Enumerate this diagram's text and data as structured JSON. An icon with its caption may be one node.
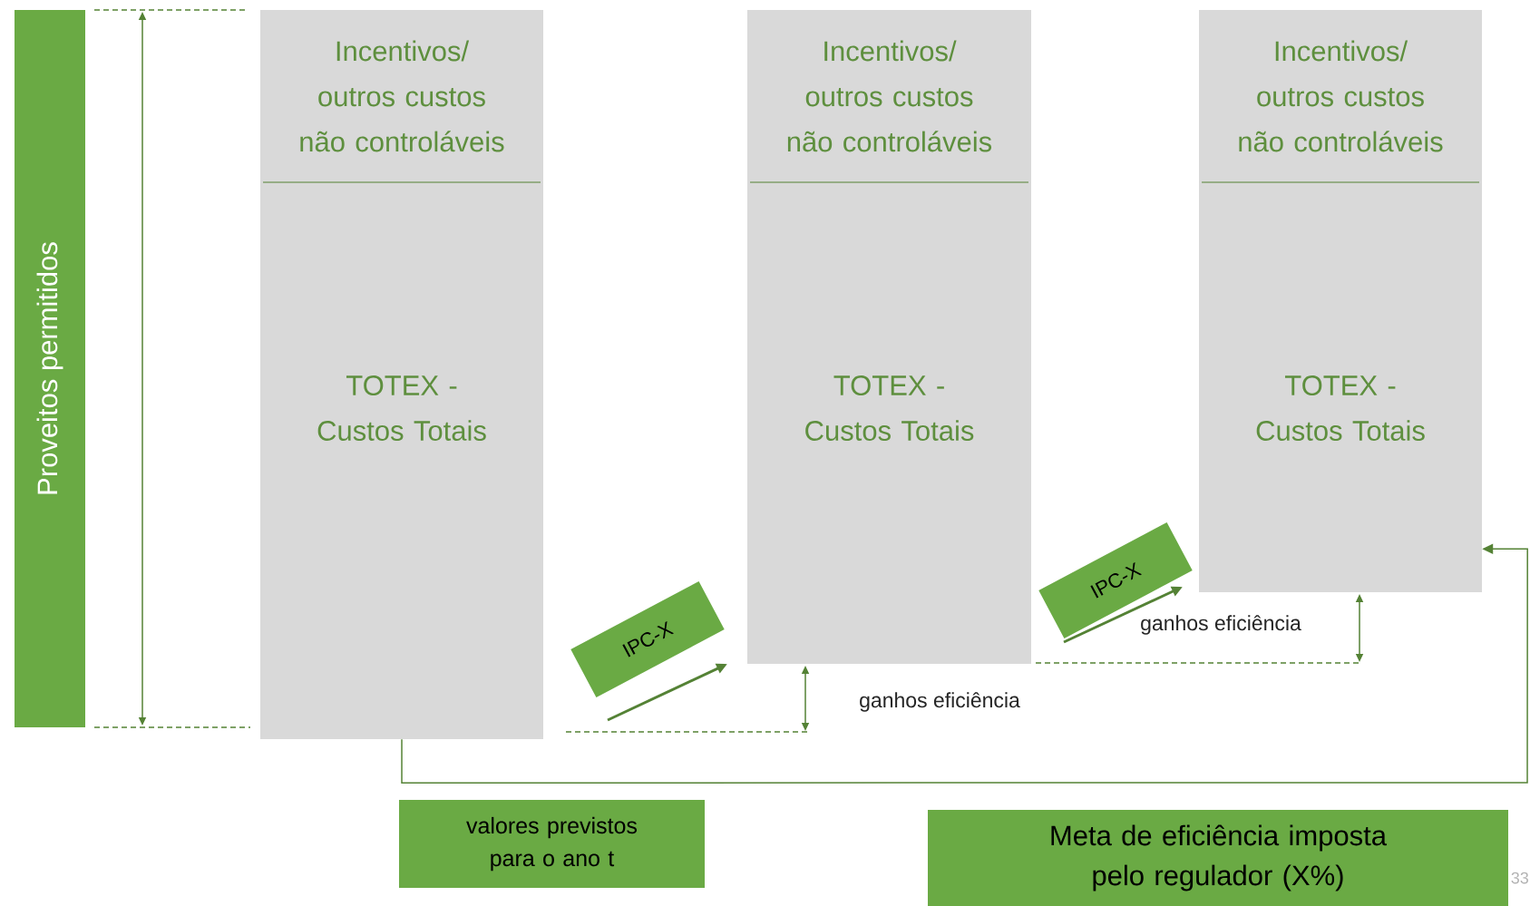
{
  "diagram": {
    "nodes": [
      {
        "text": [
          "Proveitos permitidos"
        ]
      },
      {
        "text": [
          "Incentivos/ outros custos não controláveis",
          "TOTEX - Custos Totais"
        ]
      },
      {
        "text": [
          "Incentivos/ outros custos não controláveis",
          "TOTEX - Custos Totais"
        ]
      },
      {
        "text": [
          "Incentivos/ outros custos não controláveis",
          "TOTEX - Custos Totais"
        ]
      },
      {
        "text": [
          "IPC-X"
        ]
      },
      {
        "text": [
          "IPC-X"
        ]
      },
      {
        "text": [
          "valores previstos para o ano t"
        ]
      },
      {
        "text": [
          "Meta de eficiência imposta pelo regulador (X%)"
        ]
      }
    ],
    "edges": [
      {
        "from": 1,
        "to": 3,
        "arrow": "to"
      }
    ],
    "labels": [
      "ganhos eficiência",
      "ganhos eficiência",
      "33"
    ]
  }
}
